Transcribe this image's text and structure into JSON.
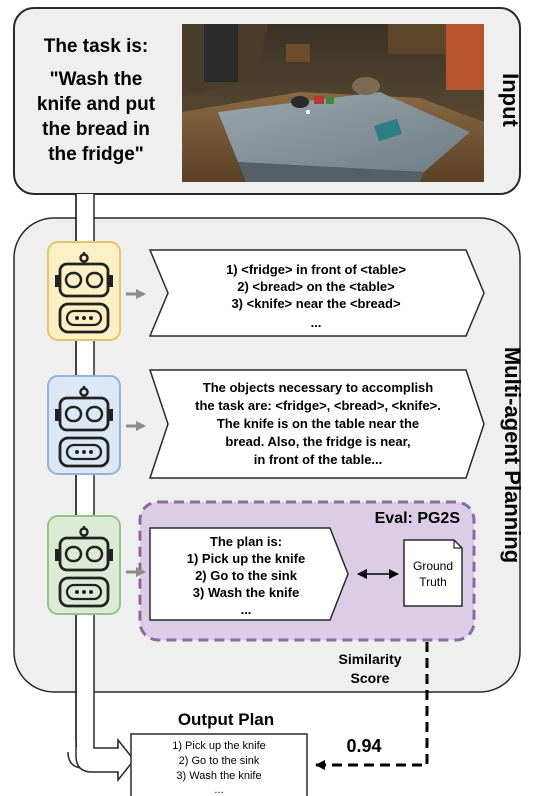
{
  "input_panel": {
    "heading": "The task is:",
    "task_lines": [
      "\"Wash the",
      "knife and put",
      "the bread in",
      "the fridge\""
    ],
    "side_label": "Input",
    "scene_image": "kitchen-scene-render"
  },
  "planning_panel": {
    "side_label": "Multi-agent Planning",
    "agents": [
      {
        "icon": "robot-icon",
        "color": "#fdf0c4",
        "border": "#e4c46a",
        "lines": [
          "1) <fridge> in front of <table>",
          "2) <bread> on the <table>",
          "3) <knife> near the <bread>",
          "..."
        ]
      },
      {
        "icon": "robot-icon",
        "color": "#dce8f6",
        "border": "#8fb2de",
        "lines": [
          "The objects necessary to accomplish",
          "the task are: <fridge>, <bread>, <knife>.",
          "The knife is on the table near the",
          "bread.  Also, the fridge is near,",
          "in front of the table..."
        ]
      },
      {
        "icon": "robot-icon",
        "color": "#dcebd6",
        "border": "#96c187",
        "lines": [
          "The plan is:",
          "1) Pick up the knife",
          "2) Go to the sink",
          "3) Wash the knife",
          "..."
        ]
      }
    ],
    "eval": {
      "label": "Eval: PG2S",
      "ground_truth": [
        "Ground",
        "Truth"
      ],
      "similarity": [
        "Similarity",
        "Score"
      ],
      "color": "#dccde6",
      "border": "#8a6aa0"
    }
  },
  "output": {
    "title": "Output Plan",
    "lines": [
      "1) Pick up the knife",
      "2) Go to the sink",
      "3) Wash the knife",
      "..."
    ],
    "score": "0.94"
  }
}
